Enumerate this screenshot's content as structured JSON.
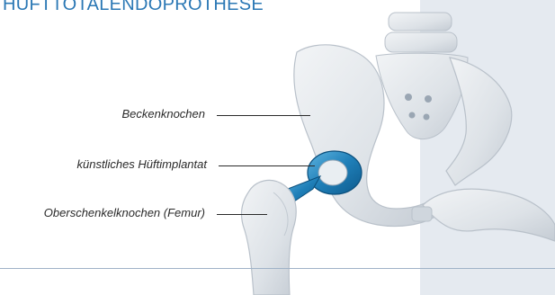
{
  "title": "HÜFTTOTALENDOPROTHESE",
  "labels": {
    "pelvis": "Beckenknochen",
    "implant": "künstliches Hüftimplantat",
    "femur": "Oberschenkelknochen (Femur)"
  },
  "colors": {
    "title": "#2b78b5",
    "implant": "#1f7fb8",
    "bone": "#dfe3e7",
    "side_panel": "#e5eaf0",
    "divider": "#9fb2c7"
  }
}
